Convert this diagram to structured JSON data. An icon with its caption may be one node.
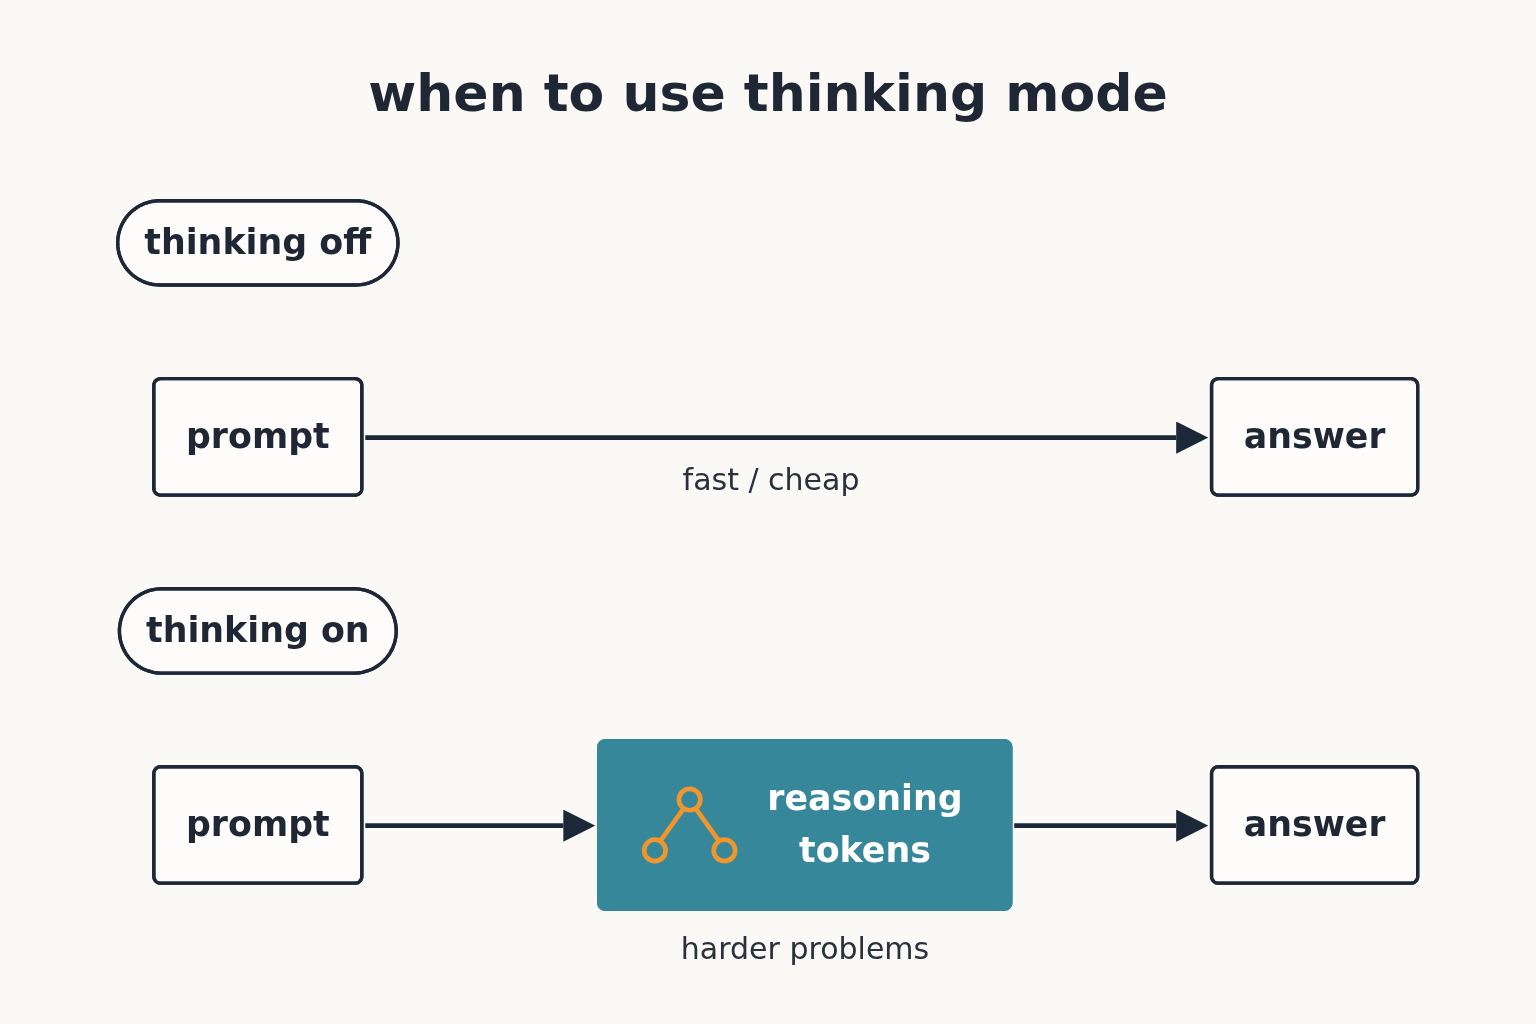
{
  "diagram": {
    "title": "when to use thinking mode",
    "nodes": [
      {
        "text": [
          "thinking off"
        ]
      },
      {
        "text": [
          "prompt"
        ]
      },
      {
        "text": [
          "answer"
        ]
      },
      {
        "text": [
          "thinking on"
        ]
      },
      {
        "text": [
          "prompt"
        ]
      },
      {
        "text": [
          "reasoning tokens"
        ],
        "beside": [
          "harder problems"
        ]
      },
      {
        "text": [
          "answer"
        ]
      }
    ],
    "edges": [
      {
        "from": 1,
        "to": 2,
        "arrow": "to"
      },
      {
        "from": 4,
        "to": 5,
        "arrow": "to"
      },
      {
        "from": 5,
        "to": 6,
        "arrow": "to"
      }
    ],
    "labels": [
      "fast / cheap"
    ]
  }
}
